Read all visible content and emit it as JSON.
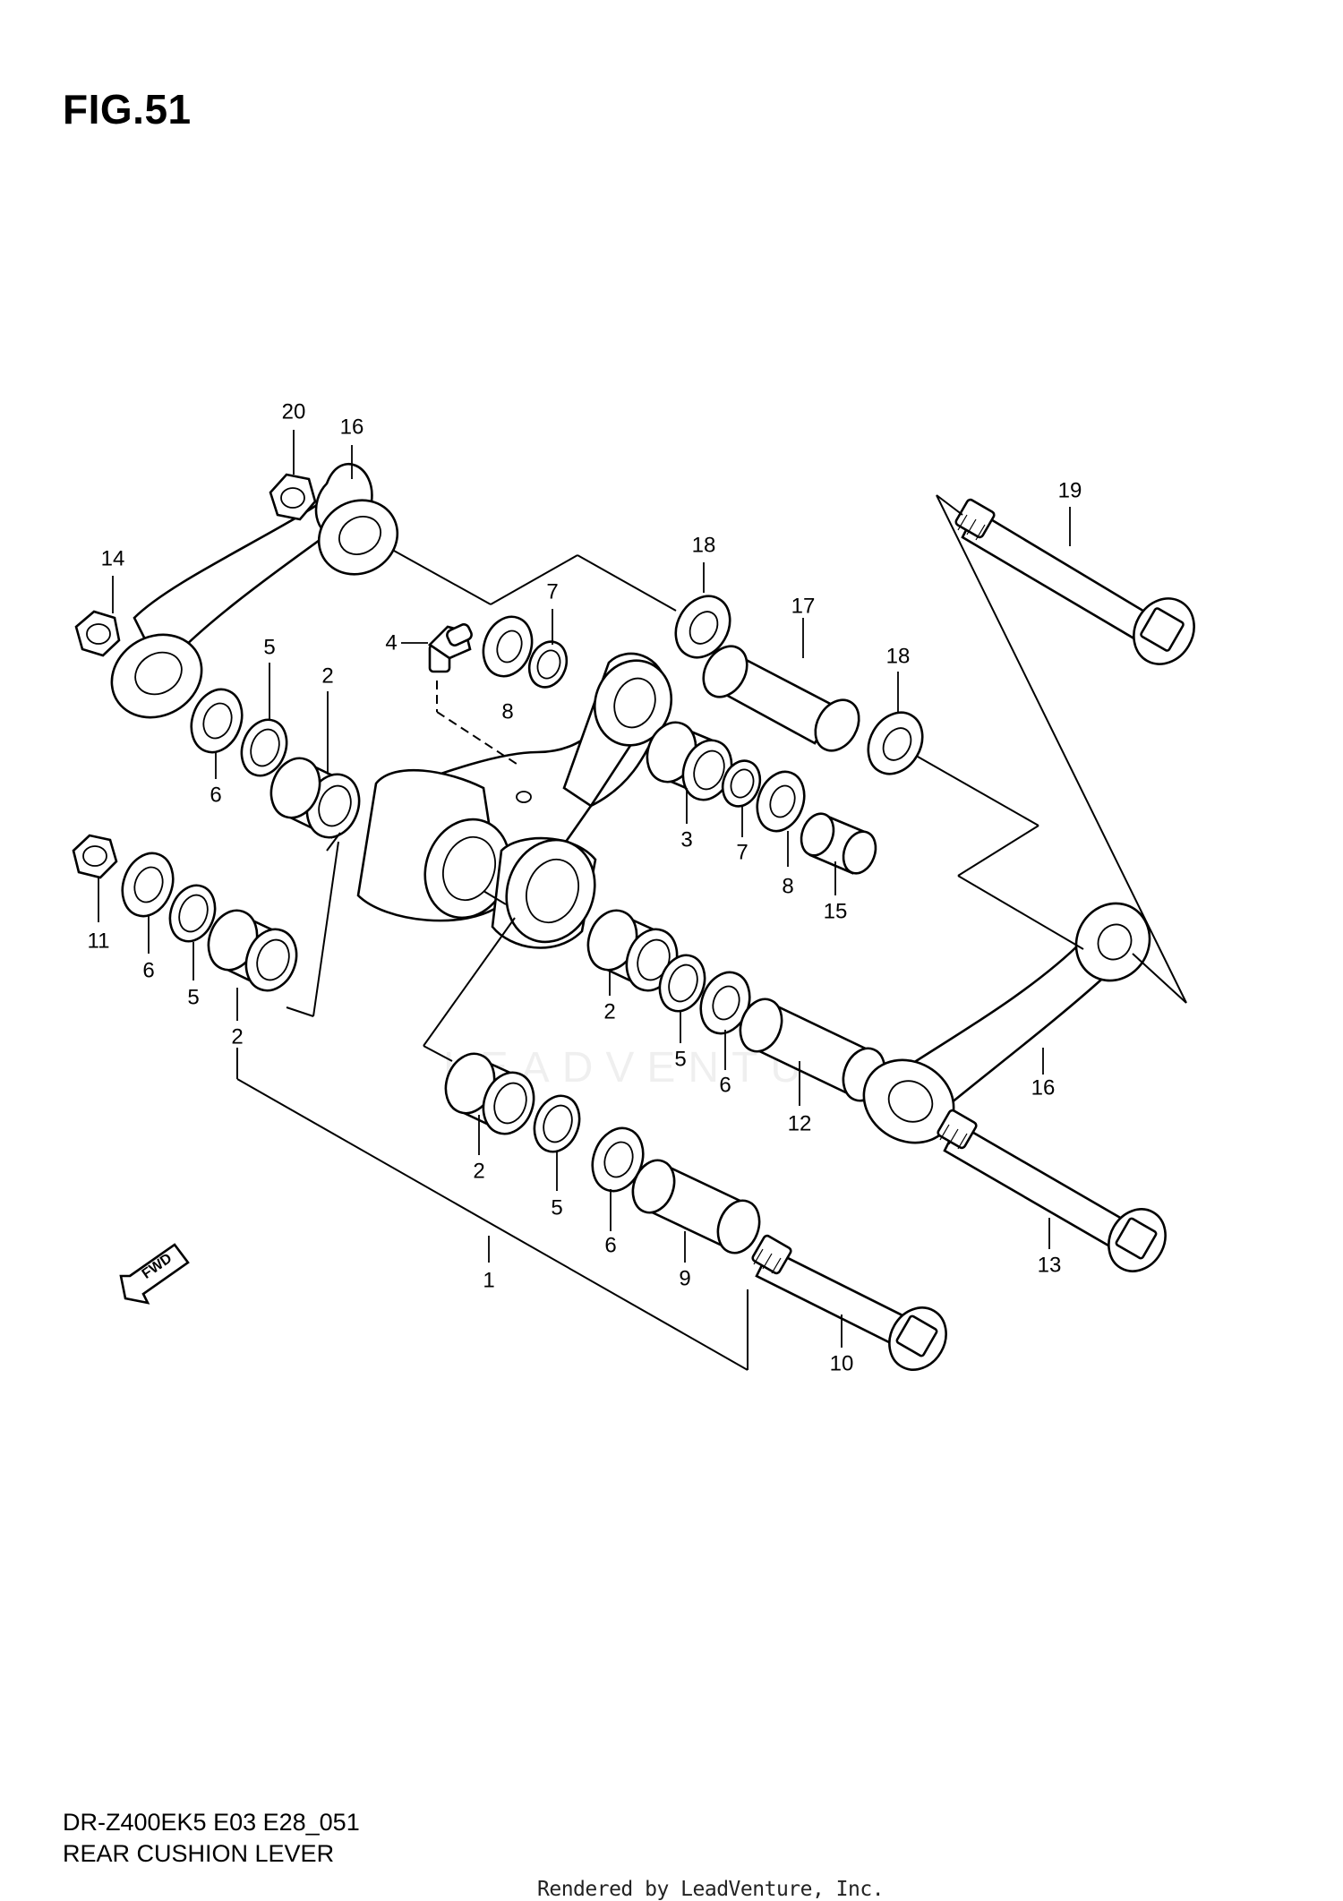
{
  "figure": {
    "title": "FIG.51",
    "model_code": "DR-Z400EK5 E03 E28_051",
    "section_name": "REAR CUSHION LEVER",
    "rendered_by": "Rendered by LeadVenture, Inc.",
    "watermark": "LEADVENTURE",
    "fwd_label": "FWD"
  },
  "callouts": [
    {
      "id": "c20",
      "text": "20"
    },
    {
      "id": "c16a",
      "text": "16"
    },
    {
      "id": "c14",
      "text": "14"
    },
    {
      "id": "c4",
      "text": "4"
    },
    {
      "id": "c7a",
      "text": "7"
    },
    {
      "id": "c8a",
      "text": "8"
    },
    {
      "id": "c18a",
      "text": "18"
    },
    {
      "id": "c17",
      "text": "17"
    },
    {
      "id": "c18b",
      "text": "18"
    },
    {
      "id": "c19",
      "text": "19"
    },
    {
      "id": "c5a",
      "text": "5"
    },
    {
      "id": "c2a",
      "text": "2"
    },
    {
      "id": "c6a",
      "text": "6"
    },
    {
      "id": "c3",
      "text": "3"
    },
    {
      "id": "c7b",
      "text": "7"
    },
    {
      "id": "c8b",
      "text": "8"
    },
    {
      "id": "c15",
      "text": "15"
    },
    {
      "id": "c11",
      "text": "11"
    },
    {
      "id": "c6b",
      "text": "6"
    },
    {
      "id": "c5b",
      "text": "5"
    },
    {
      "id": "c2b",
      "text": "2"
    },
    {
      "id": "c2c",
      "text": "2"
    },
    {
      "id": "c5c",
      "text": "5"
    },
    {
      "id": "c6c",
      "text": "6"
    },
    {
      "id": "c12",
      "text": "12"
    },
    {
      "id": "c16b",
      "text": "16"
    },
    {
      "id": "c2d",
      "text": "2"
    },
    {
      "id": "c5d",
      "text": "5"
    },
    {
      "id": "c6d",
      "text": "6"
    },
    {
      "id": "c13",
      "text": "13"
    },
    {
      "id": "c1",
      "text": "1"
    },
    {
      "id": "c9",
      "text": "9"
    },
    {
      "id": "c10",
      "text": "10"
    }
  ]
}
